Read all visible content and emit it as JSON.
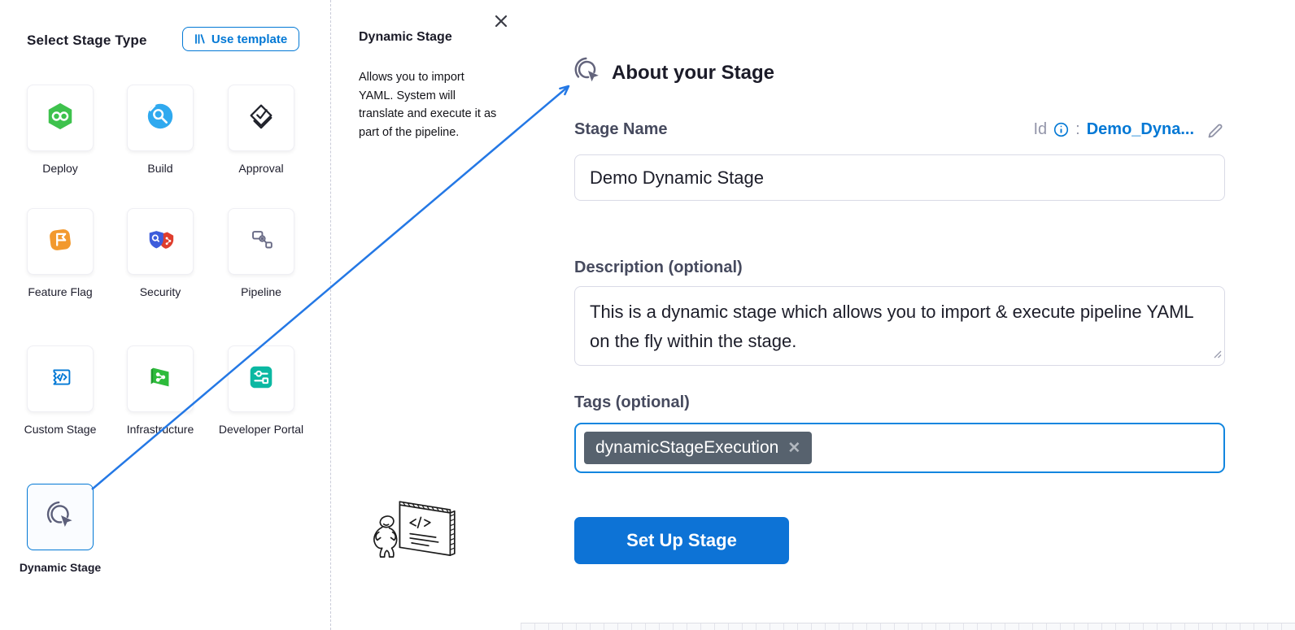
{
  "left_panel": {
    "title": "Select Stage Type",
    "use_template_button": {
      "label": "Use template",
      "icon": "library-icon"
    },
    "stages": [
      {
        "label": "Deploy",
        "icon": "deploy-icon"
      },
      {
        "label": "Build",
        "icon": "build-icon"
      },
      {
        "label": "Approval",
        "icon": "approval-icon"
      },
      {
        "label": "Feature Flag",
        "icon": "feature-flag-icon"
      },
      {
        "label": "Security",
        "icon": "security-icon"
      },
      {
        "label": "Pipeline",
        "icon": "pipeline-icon"
      },
      {
        "label": "Custom Stage",
        "icon": "custom-stage-icon"
      },
      {
        "label": "Infrastructure",
        "icon": "infrastructure-icon"
      },
      {
        "label": "Developer Portal",
        "icon": "developer-portal-icon"
      },
      {
        "label": "Dynamic Stage",
        "icon": "dynamic-stage-icon",
        "selected": true
      }
    ]
  },
  "info_panel": {
    "title": "Dynamic Stage",
    "close_icon": "close-icon",
    "description": "Allows you to import YAML. System will translate and execute it as part of the pipeline."
  },
  "about_panel": {
    "icon": "dynamic-stage-icon",
    "title": "About your Stage",
    "stage_name_label": "Stage Name",
    "stage_name_value": "Demo Dynamic Stage",
    "id_label": "Id",
    "id_info_icon": "info-icon",
    "id_separator": ":",
    "id_value": "Demo_Dyna...",
    "edit_icon": "pencil-icon",
    "description_label": "Description (optional)",
    "description_value": "This is a dynamic stage which allows you to import & execute pipeline YAML on the fly within the stage.",
    "tags_label": "Tags (optional)",
    "tags": [
      {
        "text": "dynamicStageExecution",
        "remove_glyph": "✕"
      }
    ],
    "setup_button_label": "Set Up Stage"
  },
  "colors": {
    "accent": "#0278d5",
    "chip_bg": "#57626e",
    "button_bg": "#0d73d6",
    "arrow": "#2478e5"
  }
}
